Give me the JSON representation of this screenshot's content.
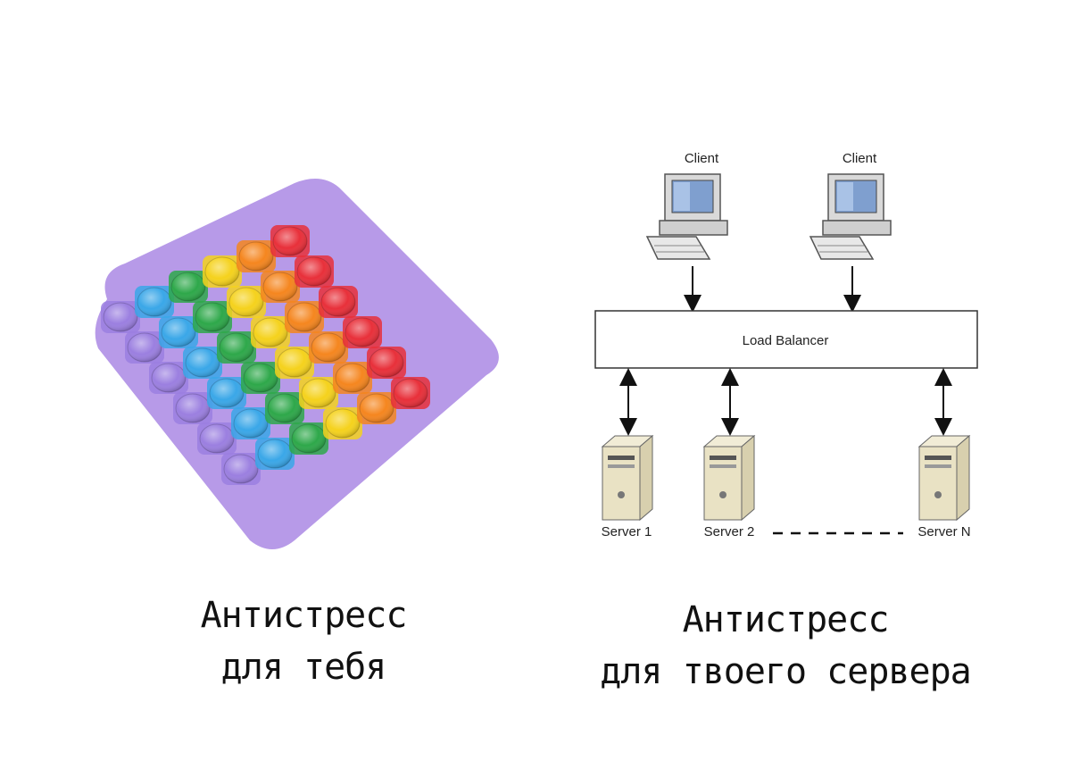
{
  "diagram": {
    "clients": [
      {
        "label": "Client"
      },
      {
        "label": "Client"
      }
    ],
    "load_balancer": {
      "label": "Load Balancer"
    },
    "servers": [
      {
        "label": "Server 1"
      },
      {
        "label": "Server 2"
      },
      {
        "label": "Server N"
      }
    ]
  },
  "captions": {
    "left": {
      "line1": "Антистресс",
      "line2": "для тебя"
    },
    "right": {
      "line1": "Антистресс",
      "line2": "для твоего сервера"
    }
  },
  "colors": {
    "popit_rows": [
      "#9b7fe0",
      "#3aa7e8",
      "#2ea84a",
      "#f5d21d",
      "#f5861f",
      "#e8303a"
    ]
  }
}
